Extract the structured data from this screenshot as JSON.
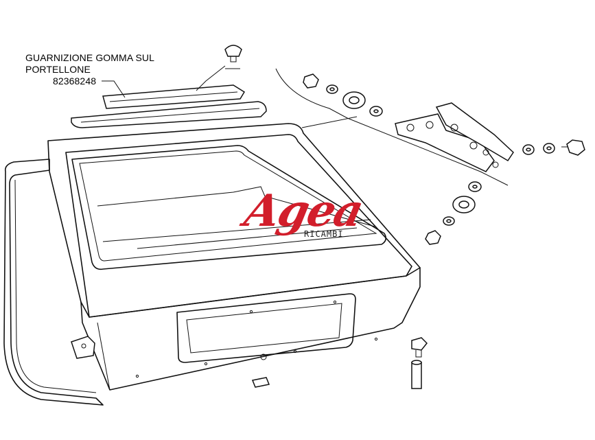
{
  "callout": {
    "line1": "GUARNIZIONE GOMMA SUL",
    "line2": "PORTELLONE",
    "part_number": "82368248"
  },
  "watermark": {
    "logo_text": "Agea",
    "logo_sub": "RICAMBI",
    "logo_color": "#d21e2b"
  }
}
